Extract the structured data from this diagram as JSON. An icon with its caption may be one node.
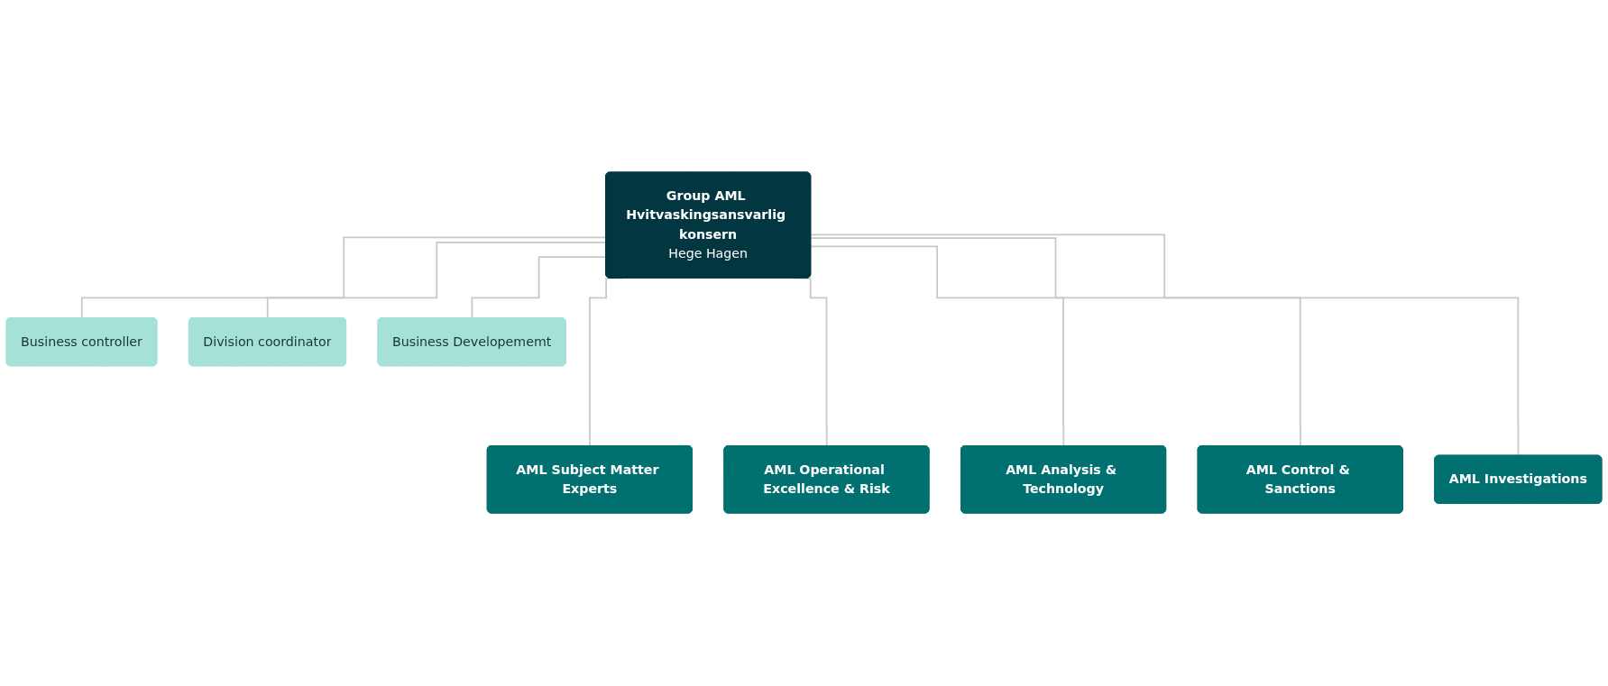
{
  "diagram": {
    "nodes": [
      {
        "text": [
          "Group AML Hvitvaskingsansvarlig konsern",
          "Hege Hagen"
        ]
      },
      {
        "text": [
          "Business controller"
        ]
      },
      {
        "text": [
          "Division coordinator"
        ]
      },
      {
        "text": [
          "Business Developememt"
        ]
      },
      {
        "text": [
          "AML Subject Matter Experts"
        ]
      },
      {
        "text": [
          "AML Operational Excellence & Risk"
        ]
      },
      {
        "text": [
          "AML Analysis & Technology"
        ]
      },
      {
        "text": [
          "AML Control & Sanctions"
        ]
      },
      {
        "text": [
          "AML Investigations"
        ]
      }
    ],
    "edges": [
      {
        "from": 0,
        "to": 1,
        "arrow": "none"
      },
      {
        "from": 0,
        "to": 2,
        "arrow": "none"
      },
      {
        "from": 0,
        "to": 3,
        "arrow": "none"
      },
      {
        "from": 0,
        "to": 4,
        "arrow": "none"
      },
      {
        "from": 0,
        "to": 5,
        "arrow": "none"
      },
      {
        "from": 0,
        "to": 6,
        "arrow": "none"
      },
      {
        "from": 0,
        "to": 7,
        "arrow": "none"
      },
      {
        "from": 0,
        "to": 8,
        "arrow": "none"
      }
    ]
  }
}
